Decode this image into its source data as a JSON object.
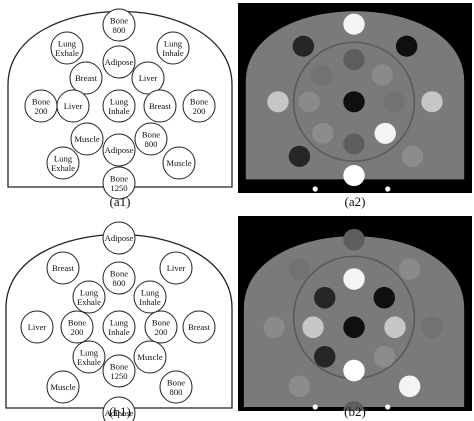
{
  "panels": [
    {
      "id": "a1",
      "kind": "diagram",
      "caption": "(a1)",
      "inserts": [
        "Bone 800",
        "Lung Exhale",
        "Lung Inhale",
        "Adipose",
        "Breast",
        "Liver",
        "Bone 200",
        "Liver",
        "Lung Inhale",
        "Breast",
        "Bone 200",
        "Muscle",
        "Bone 800",
        "Adipose",
        "Lung Exhale",
        "Muscle",
        "Bone 1250"
      ]
    },
    {
      "id": "a2",
      "kind": "ct",
      "caption": "(a2)"
    },
    {
      "id": "b1",
      "kind": "diagram",
      "caption": "(b1)",
      "inserts": [
        "Adipose",
        "Breast",
        "Liver",
        "Bone 800",
        "Lung Exhale",
        "Lung Inhale",
        "Liver",
        "Bone 200",
        "Lung Inhale",
        "Bone 200",
        "Breast",
        "Lung Exhale",
        "Bone 1250",
        "Muscle",
        "Muscle",
        "Bone 800",
        "Adipose"
      ]
    },
    {
      "id": "b2",
      "kind": "ct",
      "caption": "(b2)"
    }
  ],
  "ct_shades": {
    "Bone 1250": "#ffffff",
    "Bone 800": "#f4f4f4",
    "Bone 200": "#c6c6c6",
    "Muscle": "#8c8c8c",
    "Liver": "#8a8a8a",
    "Breast": "#727272",
    "Adipose": "#5e5e5e",
    "Lung Inhale": "#0f0f0f",
    "Lung Exhale": "#262626",
    "background": "#7a7a7a",
    "frame": "#000000"
  }
}
